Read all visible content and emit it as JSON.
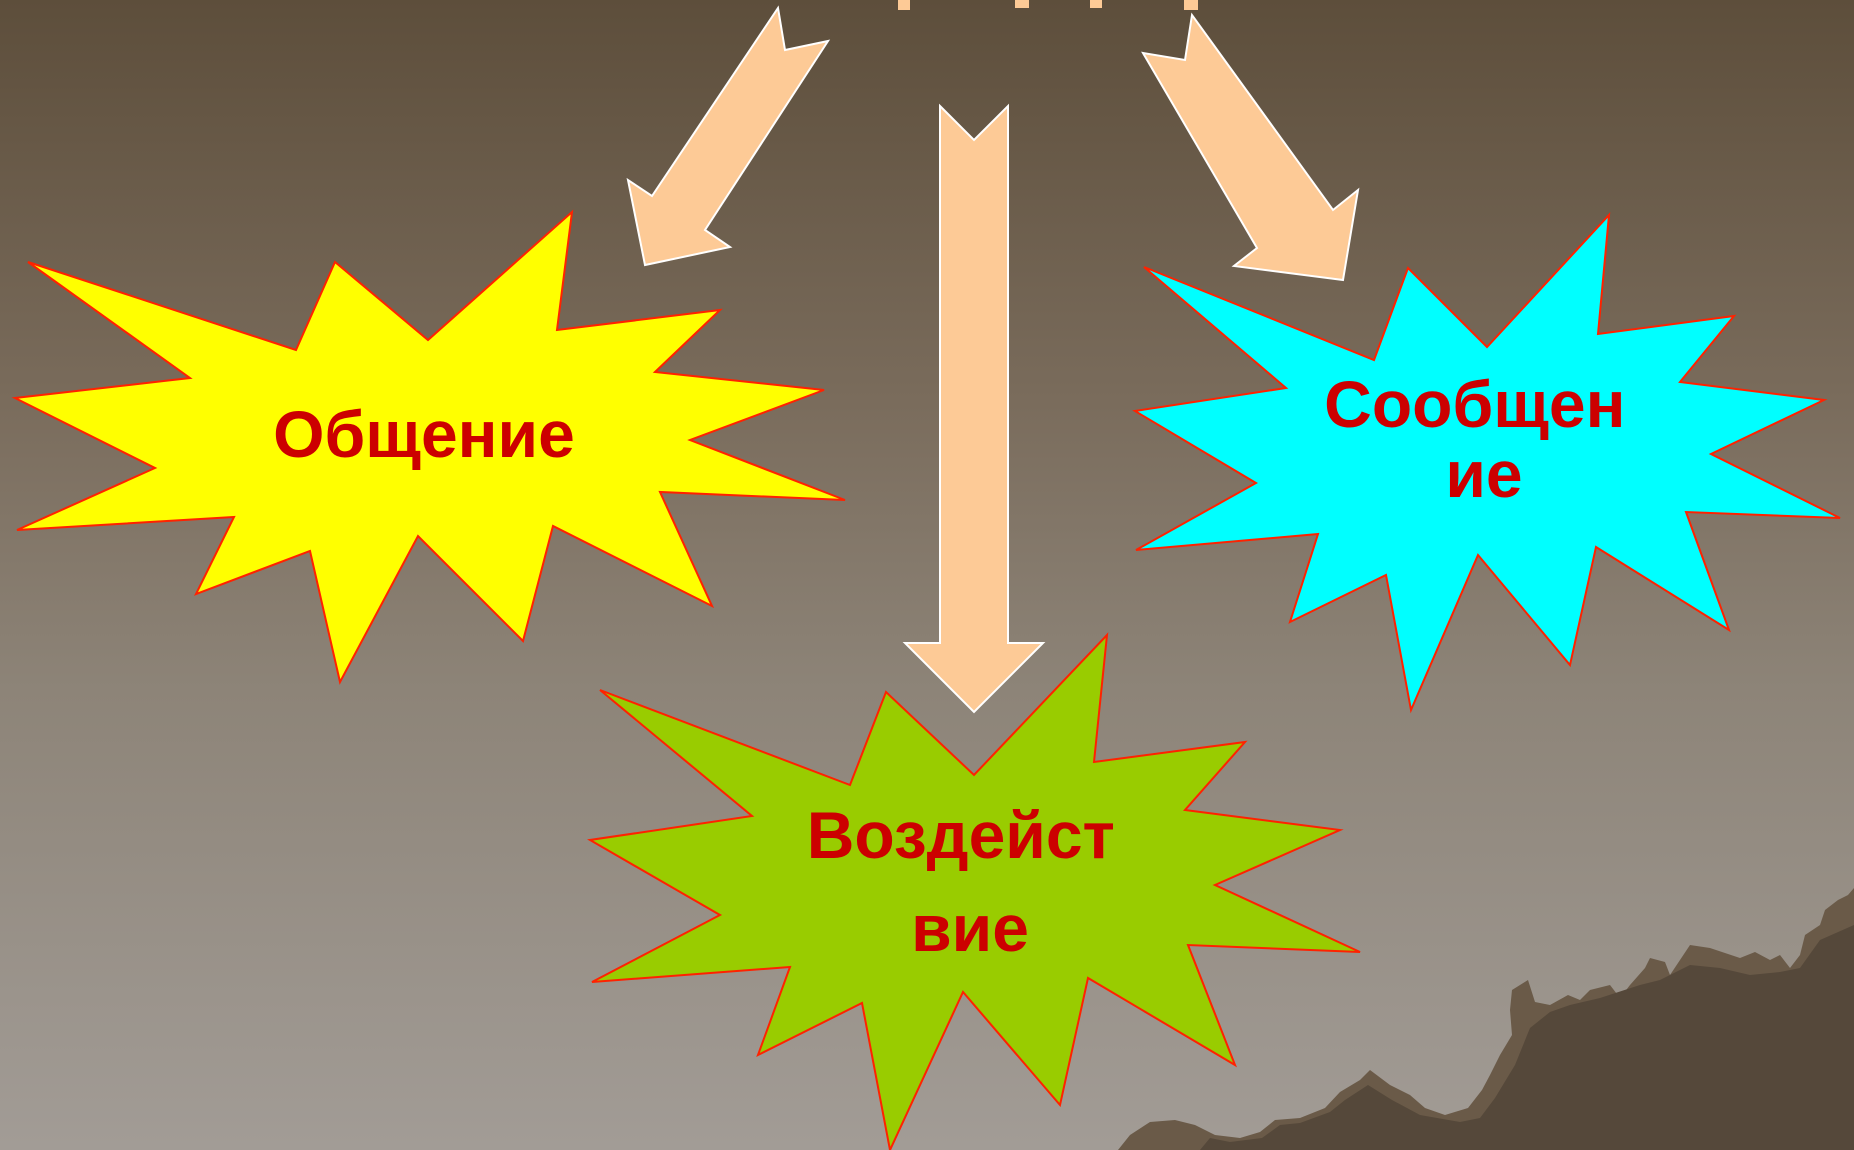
{
  "colors": {
    "arrow_fill": "#fdca96",
    "arrow_stroke": "#ffffff",
    "burst_stroke": "#ff2200",
    "label_color": "#cc0000",
    "rock": "#6a5a48",
    "rock_dark": "#55483a"
  },
  "bursts": [
    {
      "id": "obshchenie",
      "fill": "#ffff00",
      "label_lines": [
        "Общение"
      ]
    },
    {
      "id": "soobshchenie",
      "fill": "#00ffff",
      "label_lines": [
        "Сообщен",
        "ие"
      ]
    },
    {
      "id": "vozdeystvie",
      "fill": "#99cc00",
      "label_lines": [
        "Воздейст",
        "вие"
      ]
    }
  ]
}
